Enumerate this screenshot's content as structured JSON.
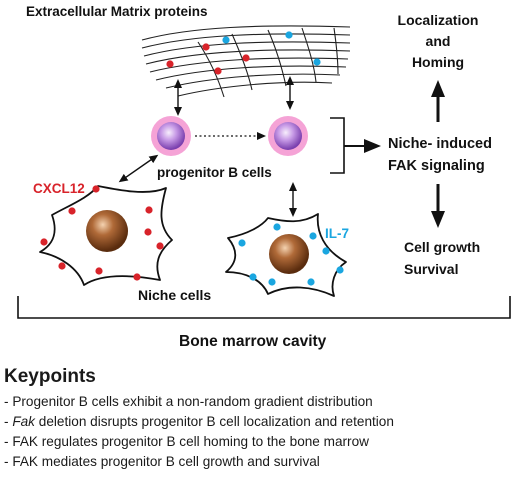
{
  "diagram": {
    "ecm_label": "Extracellular Matrix proteins",
    "progenitor_label": "progenitor B cells",
    "cxcl12_label": "CXCL12",
    "il7_label": "IL-7",
    "niche_cells_label": "Niche cells",
    "bone_marrow_label": "Bone marrow cavity",
    "signaling_line1": "Niche- induced",
    "signaling_line2": "FAK signaling",
    "localization_line1": "Localization",
    "localization_line2": "and",
    "localization_line3": "Homing",
    "growth_line1": "Cell growth",
    "growth_line2": "Survival"
  },
  "keypoints": {
    "title": "Keypoints",
    "items": [
      {
        "prefix": "- ",
        "italic": "",
        "text": "Progenitor B cells exhibit a non-random gradient distribution"
      },
      {
        "prefix": "- ",
        "italic": "Fak",
        "text": " deletion disrupts progenitor B cell localization and retention"
      },
      {
        "prefix": "- ",
        "italic": "",
        "text": "FAK regulates progenitor B cell homing to the  bone marrow"
      },
      {
        "prefix": "- ",
        "italic": "",
        "text": "FAK mediates progenitor B cell growth and survival"
      }
    ]
  },
  "colors": {
    "red_dot": "#d8232a",
    "blue_dot": "#1aa6e0",
    "cxcl12_text": "#d8232a",
    "il7_text": "#1aa6e0",
    "cell_ring": "#f080c8",
    "cell_core": "#9b59c9",
    "nucleus": "#8a4b22"
  }
}
